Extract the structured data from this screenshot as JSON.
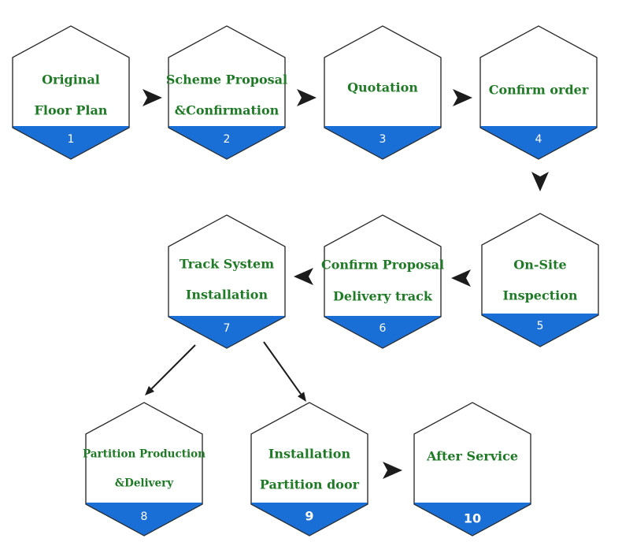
{
  "steps": [
    {
      "number": "1",
      "lines": [
        "Original",
        "Floor Plan"
      ]
    },
    {
      "number": "2",
      "lines": [
        "Scheme Proposal",
        "&Confirmation"
      ]
    },
    {
      "number": "3",
      "lines": [
        "Quotation"
      ]
    },
    {
      "number": "4",
      "lines": [
        "Confirm order"
      ]
    },
    {
      "number": "5",
      "lines": [
        "On-Site",
        "Inspection"
      ]
    },
    {
      "number": "6",
      "lines": [
        "Confirm Proposal",
        "Delivery track"
      ]
    },
    {
      "number": "7",
      "lines": [
        "Track System",
        "Installation"
      ]
    },
    {
      "number": "8",
      "lines": [
        "Partition Production",
        "&Delivery"
      ]
    },
    {
      "number": "9",
      "lines": [
        "Installation",
        "Partition door"
      ]
    },
    {
      "number": "10",
      "lines": [
        "After Service"
      ]
    }
  ],
  "colors": {
    "label_text": "#1e7a24",
    "band": "#1a6fd6",
    "outline": "#2b2b2b",
    "arrow": "#1c1c1c"
  }
}
